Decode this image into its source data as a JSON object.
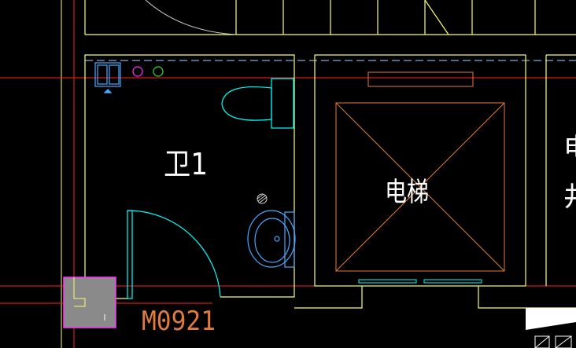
{
  "drawing": {
    "room_label": "卫1",
    "elevator_label": "电梯",
    "door_tag": "M0921",
    "clipped_label_top": "电",
    "clipped_label_bottom": "井"
  },
  "colors": {
    "background": "#000000",
    "wall": "#ffff66",
    "axis": "#ff2020",
    "fixture": "#00ffff",
    "fixture_blue": "#4aa8ff",
    "elevator_frame": "#e07b3c",
    "tag_text": "#e07b3c",
    "label_text": "#ffffff",
    "column_fill": "#8a8a8a",
    "column_edge": "#ff33ff",
    "dashed_line": "#9fd8ff",
    "circle_magenta": "#ff33ff",
    "circle_green": "#33dd33",
    "arc_gray": "#cfcfcf"
  },
  "icons": {
    "column": "hatched-column-icon",
    "toilet": "toilet-icon",
    "sink": "washbasin-icon",
    "drain": "floor-drain-icon",
    "switch": "electrical-panel-icon"
  }
}
